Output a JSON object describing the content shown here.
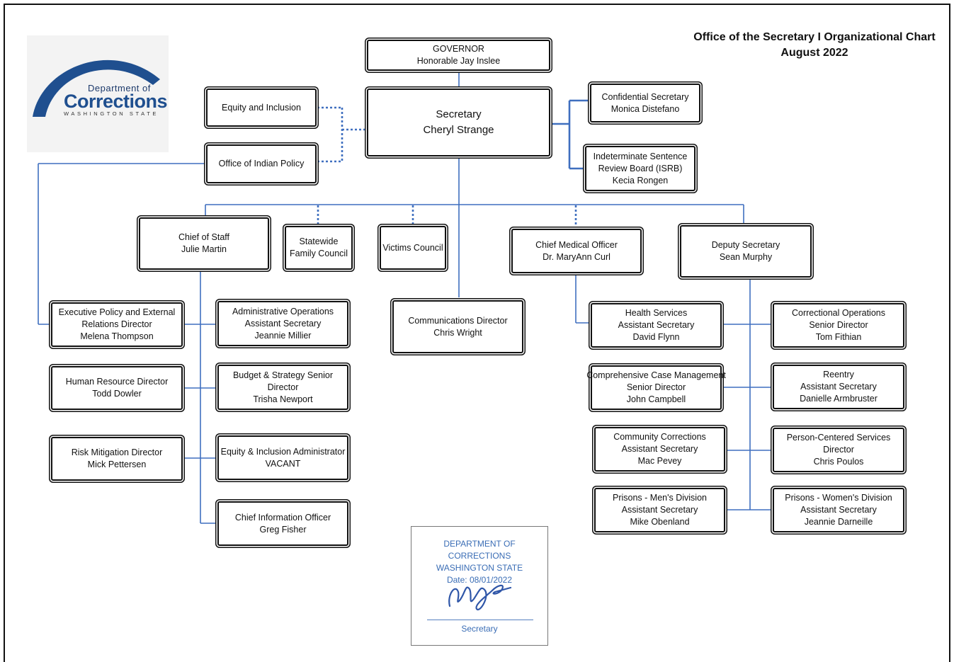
{
  "header": {
    "title": "Office of the Secretary I Organizational Chart",
    "date": "August 2022"
  },
  "logo": {
    "department_of": "Department of",
    "corrections": "Corrections",
    "state": "WASHINGTON STATE"
  },
  "colors": {
    "connector": "#3f6fbf",
    "border": "#111111",
    "stamp": "#3a6db5"
  },
  "boxes": {
    "governor": [
      "GOVERNOR",
      "Honorable Jay Inslee"
    ],
    "secretary": [
      "Secretary",
      "Cheryl Strange"
    ],
    "equity_inclusion": [
      "Equity and Inclusion"
    ],
    "indian_policy": [
      "Office of Indian Policy"
    ],
    "confidential_secretary": [
      "Confidential Secretary",
      "Monica Distefano"
    ],
    "isrb": [
      "Indeterminate Sentence",
      "Review Board (ISRB)",
      "Kecia Rongen"
    ],
    "chief_of_staff": [
      "Chief of Staff",
      "Julie Martin"
    ],
    "family_council": [
      "Statewide",
      "Family Council"
    ],
    "victims_council": [
      "Victims Council"
    ],
    "chief_medical": [
      "Chief Medical Officer",
      "Dr. MaryAnn Curl"
    ],
    "deputy_secretary": [
      "Deputy Secretary",
      "Sean Murphy"
    ],
    "exec_policy": [
      "Executive Policy and External",
      "Relations Director",
      "Melena Thompson"
    ],
    "admin_ops": [
      "Administrative Operations",
      "Assistant Secretary",
      "Jeannie Millier"
    ],
    "communications": [
      "Communications Director",
      "Chris Wright"
    ],
    "health_services": [
      "Health Services",
      "Assistant Secretary",
      "David Flynn"
    ],
    "correctional_ops": [
      "Correctional Operations",
      "Senior Director",
      "Tom Fithian"
    ],
    "human_resources": [
      "Human Resource Director",
      "Todd Dowler"
    ],
    "budget_strategy": [
      "Budget & Strategy Senior",
      "Director",
      "Trisha Newport"
    ],
    "case_management": [
      "Comprehensive Case Management",
      "Senior Director",
      "John Campbell"
    ],
    "reentry": [
      "Reentry",
      "Assistant Secretary",
      "Danielle Armbruster"
    ],
    "risk_mitigation": [
      "Risk Mitigation Director",
      "Mick Pettersen"
    ],
    "equity_admin": [
      "Equity & Inclusion Administrator",
      "VACANT"
    ],
    "community_corrections": [
      "Community Corrections",
      "Assistant Secretary",
      "Mac Pevey"
    ],
    "person_centered": [
      "Person-Centered Services",
      "Director",
      "Chris Poulos"
    ],
    "cio": [
      "Chief Information Officer",
      "Greg Fisher"
    ],
    "prisons_men": [
      "Prisons - Men's Division",
      "Assistant Secretary",
      "Mike Obenland"
    ],
    "prisons_women": [
      "Prisons - Women's Division",
      "Assistant Secretary",
      "Jeannie Darneille"
    ]
  },
  "stamp": {
    "line1": "DEPARTMENT OF CORRECTIONS",
    "line2": "WASHINGTON STATE",
    "date": "Date: 08/01/2022",
    "role": "Secretary"
  }
}
